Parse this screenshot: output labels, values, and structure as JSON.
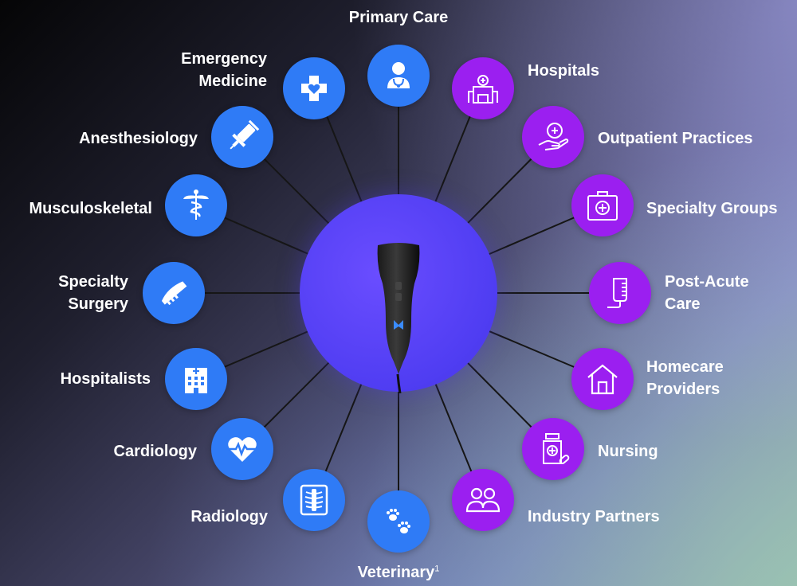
{
  "hub": {
    "device_icon": "ultrasound-probe-icon",
    "logo_icon": "butterfly-icon"
  },
  "blue_nodes": [
    {
      "key": "primary_care",
      "label": "Primary Care",
      "icon": "doctor-icon"
    },
    {
      "key": "emergency_medicine",
      "label_line1": "Emergency",
      "label_line2": "Medicine",
      "icon": "medical-cross-heart-icon"
    },
    {
      "key": "anesthesiology",
      "label": "Anesthesiology",
      "icon": "syringe-icon"
    },
    {
      "key": "musculoskeletal",
      "label": "Musculoskeletal",
      "icon": "caduceus-icon"
    },
    {
      "key": "specialty_surgery",
      "label_line1": "Specialty",
      "label_line2": "Surgery",
      "icon": "scalpel-icon"
    },
    {
      "key": "hospitalists",
      "label": "Hospitalists",
      "icon": "hospital-building-icon"
    },
    {
      "key": "cardiology",
      "label": "Cardiology",
      "icon": "heartbeat-icon"
    },
    {
      "key": "radiology",
      "label": "Radiology",
      "icon": "spine-xray-icon"
    },
    {
      "key": "veterinary",
      "label": "Veterinary",
      "superscript": "1",
      "icon": "paw-prints-icon"
    }
  ],
  "purple_nodes": [
    {
      "key": "hospitals",
      "label": "Hospitals",
      "icon": "hospital-icon"
    },
    {
      "key": "outpatient_practices",
      "label": "Outpatient Practices",
      "icon": "hand-care-icon"
    },
    {
      "key": "specialty_groups",
      "label": "Specialty Groups",
      "icon": "first-aid-kit-icon"
    },
    {
      "key": "post_acute_care",
      "label_line1": "Post-Acute",
      "label_line2": "Care",
      "icon": "iv-bag-icon"
    },
    {
      "key": "homecare_providers",
      "label_line1": "Homecare",
      "label_line2": "Providers",
      "icon": "home-icon"
    },
    {
      "key": "nursing",
      "label": "Nursing",
      "icon": "medicine-bottle-icon"
    },
    {
      "key": "industry_partners",
      "label": "Industry Partners",
      "icon": "people-icon"
    }
  ],
  "colors": {
    "blue_node": "#2f7bf6",
    "purple_node": "#9b1ff0",
    "hub": "#5a45f5",
    "spoke": "#1a1a1a"
  }
}
